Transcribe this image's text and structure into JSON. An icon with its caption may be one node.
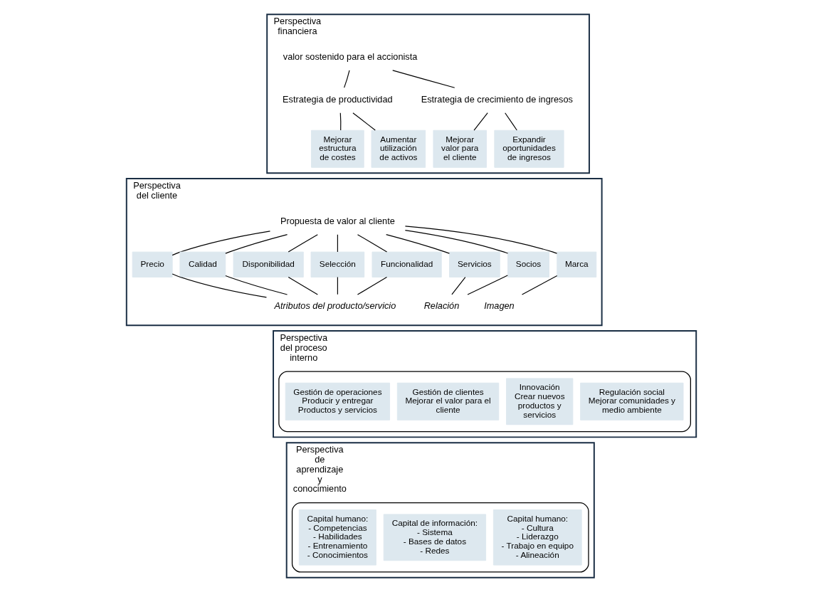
{
  "diagram": {
    "nodes": [
      {
        "text": [
          "Perspectiva financiera"
        ]
      },
      {
        "text": [
          "valor sostenido para el accionista"
        ],
        "in": 0
      },
      {
        "text": [
          "Estrategia de productividad"
        ],
        "in": 0
      },
      {
        "text": [
          "Estrategia de crecimiento de ingresos"
        ],
        "in": 0
      },
      {
        "text": [
          "Mejorar estructura de costes"
        ],
        "in": 0
      },
      {
        "text": [
          "Aumentar utilización de activos"
        ],
        "in": 0
      },
      {
        "text": [
          "Mejorar valor para el cliente"
        ],
        "in": 0
      },
      {
        "text": [
          "Expandir oportunidades de ingresos"
        ],
        "in": 0
      },
      {
        "text": [
          "Perspectiva del cliente"
        ]
      },
      {
        "text": [
          "Propuesta de valor al cliente"
        ],
        "in": 8
      },
      {
        "text": [
          "Precio"
        ],
        "in": 8
      },
      {
        "text": [
          "Calidad"
        ],
        "in": 8
      },
      {
        "text": [
          "Disponibilidad"
        ],
        "in": 8
      },
      {
        "text": [
          "Selección"
        ],
        "in": 8
      },
      {
        "text": [
          "Funcionalidad"
        ],
        "in": 8
      },
      {
        "text": [
          "Servicios"
        ],
        "in": 8
      },
      {
        "text": [
          "Socios"
        ],
        "in": 8
      },
      {
        "text": [
          "Marca"
        ],
        "in": 8
      },
      {
        "text": [
          "Atributos del producto/servicio"
        ],
        "in": 8
      },
      {
        "text": [
          "Relación"
        ],
        "in": 8
      },
      {
        "text": [
          "Imagen"
        ],
        "in": 8
      },
      {
        "text": [
          "Perspectiva del proceso interno"
        ]
      },
      {
        "text": [],
        "shape": "box",
        "in": 21
      },
      {
        "text": [
          "Gestión de operaciones",
          "Producir y entregar Productos y servicios"
        ],
        "in": 22
      },
      {
        "text": [
          "Gestión de clientes",
          "Mejorar el valor para el cliente"
        ],
        "in": 22
      },
      {
        "text": [
          "Innovación",
          "Crear nuevos productos y servicios"
        ],
        "in": 22
      },
      {
        "text": [
          "Regulación social",
          "Mejorar comunidades y medio ambiente"
        ],
        "in": 22
      },
      {
        "text": [
          "Perspectiva de aprendizaje y conocimiento"
        ]
      },
      {
        "text": [],
        "shape": "box",
        "in": 27
      },
      {
        "text": [
          "Capital humano:",
          "- Competencias",
          "- Habilidades",
          "- Entrenamiento",
          "- Conocimientos"
        ],
        "in": 28
      },
      {
        "text": [
          "Capital de información:",
          "- Sistema",
          "- Bases de datos",
          "- Redes"
        ],
        "in": 28
      },
      {
        "text": [
          "Capital humano:",
          "- Cultura",
          "- Liderazgo",
          "- Trabajo en equipo",
          "- Alineación"
        ],
        "in": 28
      }
    ],
    "edges": [
      {
        "from": 1,
        "to": 2,
        "arrow": "none"
      },
      {
        "from": 1,
        "to": 3,
        "arrow": "none"
      },
      {
        "from": 2,
        "to": 4,
        "arrow": "none"
      },
      {
        "from": 2,
        "to": 5,
        "arrow": "none"
      },
      {
        "from": 3,
        "to": 6,
        "arrow": "none"
      },
      {
        "from": 3,
        "to": 7,
        "arrow": "none"
      },
      {
        "from": 9,
        "to": 10,
        "arrow": "none"
      },
      {
        "from": 9,
        "to": 11,
        "arrow": "none"
      },
      {
        "from": 9,
        "to": 12,
        "arrow": "none"
      },
      {
        "from": 9,
        "to": 13,
        "arrow": "none"
      },
      {
        "from": 9,
        "to": 14,
        "arrow": "none"
      },
      {
        "from": 9,
        "to": 15,
        "arrow": "none"
      },
      {
        "from": 9,
        "to": 16,
        "arrow": "none"
      },
      {
        "from": 9,
        "to": 17,
        "arrow": "none"
      },
      {
        "from": 10,
        "to": 18,
        "arrow": "none"
      },
      {
        "from": 11,
        "to": 18,
        "arrow": "none"
      },
      {
        "from": 12,
        "to": 18,
        "arrow": "none"
      },
      {
        "from": 13,
        "to": 18,
        "arrow": "none"
      },
      {
        "from": 14,
        "to": 18,
        "arrow": "none"
      },
      {
        "from": 15,
        "to": 19,
        "arrow": "none"
      },
      {
        "from": 16,
        "to": 19,
        "arrow": "none"
      },
      {
        "from": 17,
        "to": 20,
        "arrow": "none"
      }
    ]
  }
}
